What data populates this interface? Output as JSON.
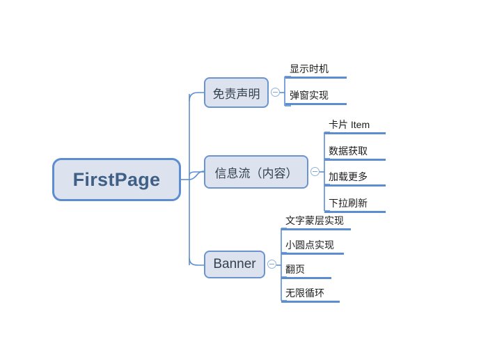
{
  "diagram": {
    "type": "mind-map",
    "title": "FirstPage",
    "colors": {
      "node_fill": "#dce3ee",
      "node_border": "#5b8dd0",
      "branch_border": "#6b94cf",
      "connector": "#5b8dd0",
      "underline": "#5b8dd0",
      "root_text": "#3f5f87",
      "branch_text": "#33404f",
      "leaf_text": "#1b1b1b",
      "background": "#ffffff"
    },
    "root": {
      "label": "FirstPage"
    },
    "branches": [
      {
        "label": "免责声明",
        "collapse_icon": "minus-circle-icon",
        "leaves": [
          {
            "label": "显示时机"
          },
          {
            "label": "弹窗实现"
          }
        ]
      },
      {
        "label": "信息流（内容）",
        "collapse_icon": "minus-circle-icon",
        "leaves": [
          {
            "label": "卡片 Item"
          },
          {
            "label": "数据获取"
          },
          {
            "label": "加载更多"
          },
          {
            "label": "下拉刷新"
          }
        ]
      },
      {
        "label": "Banner",
        "collapse_icon": "minus-circle-icon",
        "leaves": [
          {
            "label": "文字蒙层实现"
          },
          {
            "label": "小圆点实现"
          },
          {
            "label": "翻页"
          },
          {
            "label": "无限循环"
          }
        ]
      }
    ]
  }
}
